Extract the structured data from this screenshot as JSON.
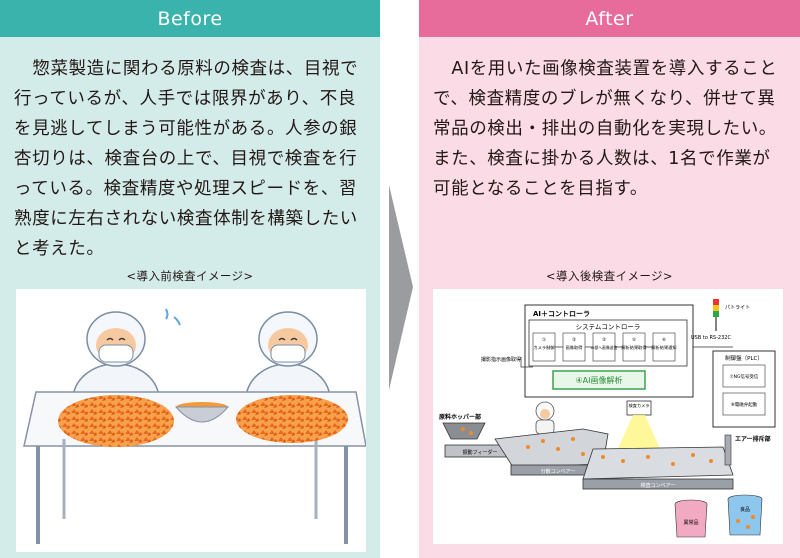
{
  "before": {
    "header": "Before",
    "body": "惣菜製造に関わる原料の検査は、目視で行っているが、人手では限界があり、不良を見逃してしまう可能性がある。人参の銀杏切りは、検査台の上で、目視で検査を行っている。検査精度や処理スピードを、習熟度に左右されない検査体制を構築したいと考えた。",
    "caption": "<導入前検査イメージ>"
  },
  "after": {
    "header": "After",
    "body": "AIを用いた画像検査装置を導入することで、検査精度のブレが無くなり、併せて異常品の検出・排出の自動化を実現したい。また、検査に掛かる人数は、1名で作業が可能となることを目指す。",
    "caption": "<導入後検査イメージ>",
    "diagram": {
      "ai_controller": "AI＋コントローラ",
      "system_controller": "システムコントローラ",
      "steps": [
        {
          "num": "①",
          "label": "カメラ制御"
        },
        {
          "num": "②",
          "label": "画像取得"
        },
        {
          "num": "③",
          "label": "AI部へ画像送信"
        },
        {
          "num": "⑤",
          "label": "解析結果取得"
        },
        {
          "num": "⑥",
          "label": "解析結果通知"
        }
      ],
      "ai_analysis": "④AI画像解析",
      "patlite": "パトライト",
      "usb": "USB to RS-232C",
      "plc": "制御盤（PLC）",
      "plc_items": [
        "⑦NG信号受信",
        "⑧電磁弁起動"
      ],
      "capture_cmd": "撮影指示画像取得",
      "hopper": "原料ホッパー部",
      "camera": "検査カメラ",
      "feeder": "振動フィーダー",
      "dispersal_conveyor": "分散コンベアー",
      "inspection_conveyor": "検査コンベアー",
      "air_ejector": "エアー排斥部",
      "reject_bin": "異常品",
      "good_bin": "良品"
    }
  },
  "colors": {
    "before_header": "#3bb3ad",
    "before_bg": "#d3ece9",
    "after_header": "#e86c9b",
    "after_bg": "#fadbe6",
    "carrot": "#f08a2a"
  }
}
